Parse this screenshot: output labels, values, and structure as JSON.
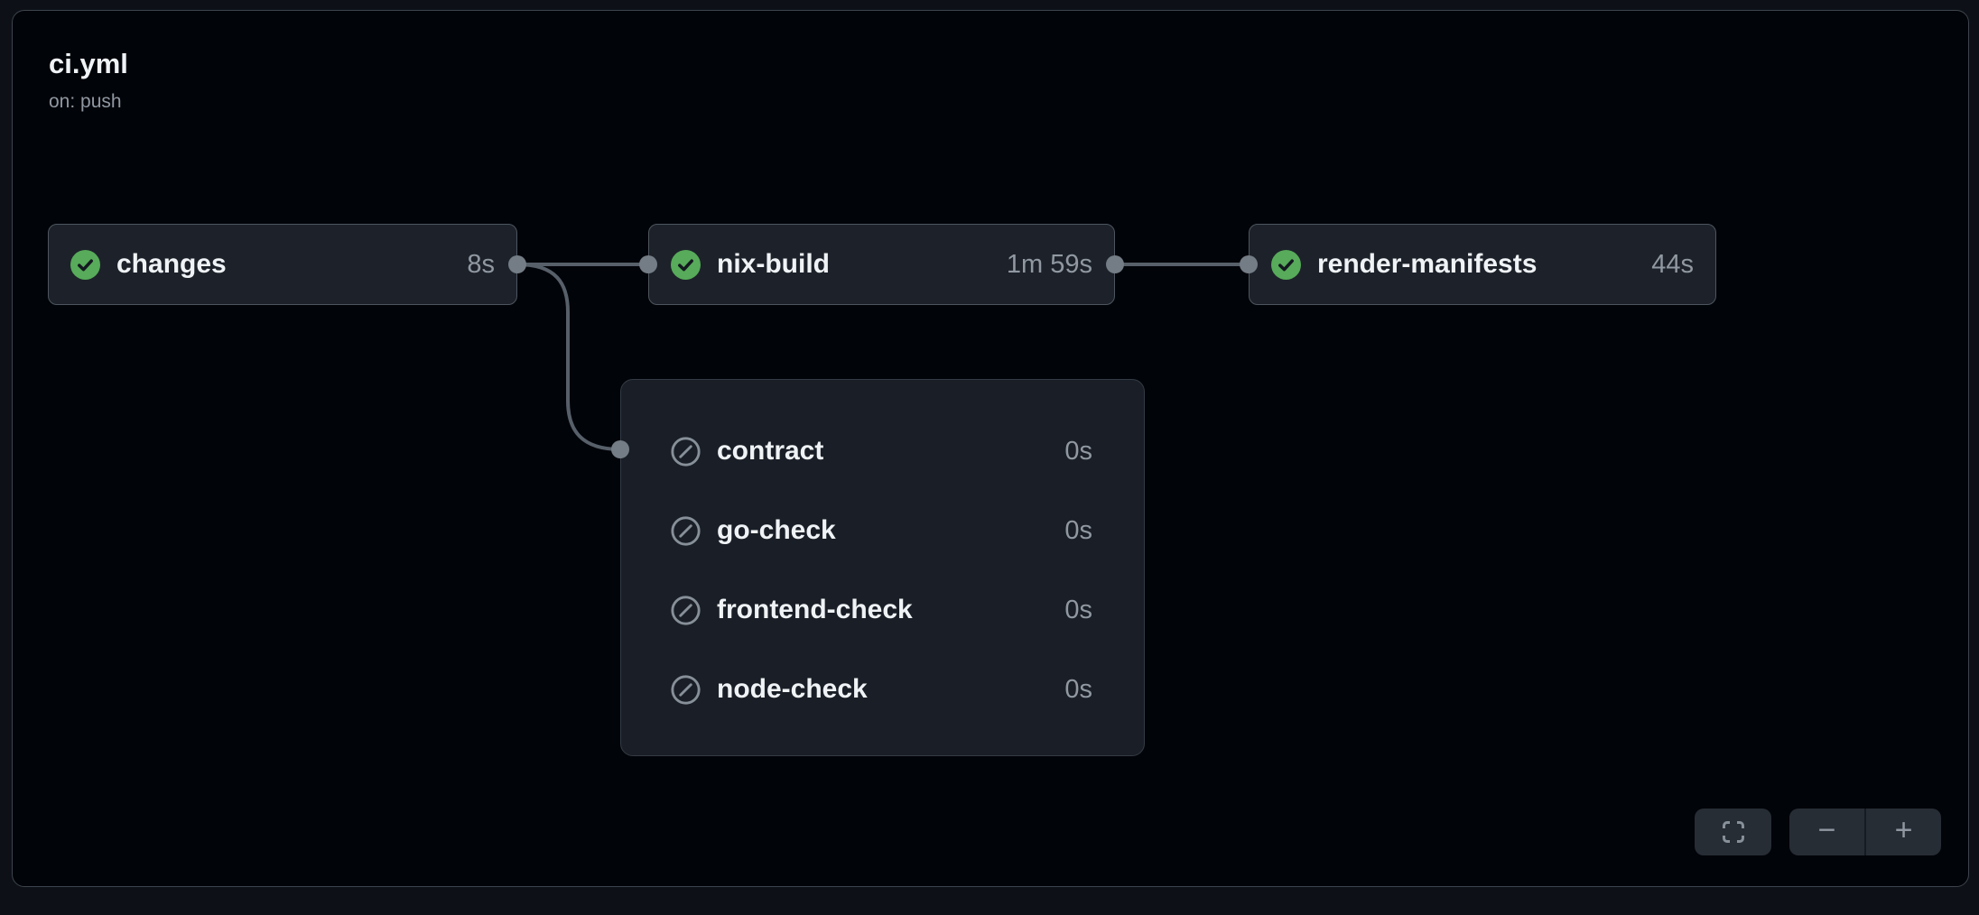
{
  "workflow": {
    "title": "ci.yml",
    "trigger": "on: push"
  },
  "jobs": [
    {
      "label": "changes",
      "duration": "8s",
      "status": "success"
    },
    {
      "label": "nix-build",
      "duration": "1m 59s",
      "status": "success"
    },
    {
      "label": "render-manifests",
      "duration": "44s",
      "status": "success"
    }
  ],
  "skipped_group": {
    "jobs": [
      {
        "label": "contract",
        "duration": "0s",
        "status": "skipped"
      },
      {
        "label": "go-check",
        "duration": "0s",
        "status": "skipped"
      },
      {
        "label": "frontend-check",
        "duration": "0s",
        "status": "skipped"
      },
      {
        "label": "node-check",
        "duration": "0s",
        "status": "skipped"
      }
    ]
  },
  "controls": {
    "zoom_out_glyph": "−",
    "zoom_in_glyph": "+"
  },
  "icons": {
    "success": "check-circle-fill-icon",
    "skipped": "circle-slash-icon",
    "fullscreen": "fullscreen-expand-icon"
  },
  "colors": {
    "page_bg": "#0d1117",
    "canvas_bg": "#010409",
    "canvas_border": "#3d444d",
    "node_bg": "#1d222a",
    "node_border": "#4d555e",
    "group_bg": "#1a1f27",
    "group_border": "#343b44",
    "success_green": "#57ab5a",
    "muted_gray": "#9198a1",
    "icon_gray": "#878f98",
    "edge_line": "#575f69",
    "edge_dot": "#747c85",
    "label_text": "#f0f3f6",
    "button_bg": "#272d35"
  }
}
